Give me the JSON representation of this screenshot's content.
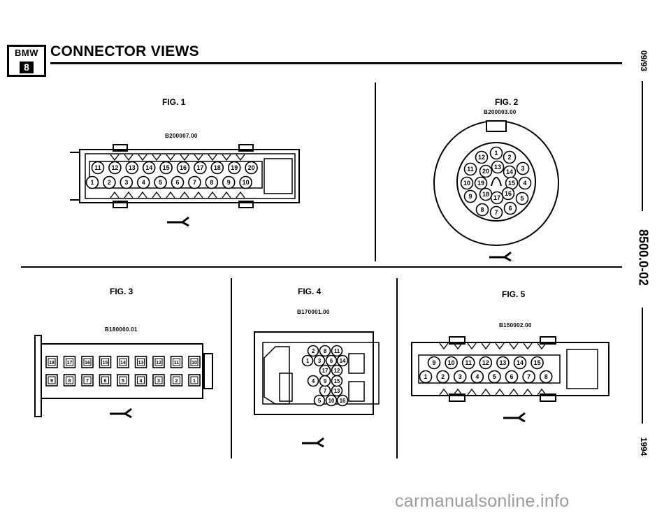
{
  "logo": {
    "top": "BMW",
    "bottom": "8"
  },
  "header": {
    "title": "CONNECTOR VIEWS"
  },
  "side": {
    "date": "09/93",
    "code": "8500.0-02",
    "year": "1994"
  },
  "figures": [
    {
      "label": "FIG. 1",
      "part": "B200007.00",
      "top_row": [
        "11",
        "12",
        "13",
        "14",
        "15",
        "16",
        "17",
        "18",
        "19",
        "20"
      ],
      "bottom_row": [
        "1",
        "2",
        "3",
        "4",
        "5",
        "6",
        "7",
        "8",
        "9",
        "10"
      ]
    },
    {
      "label": "FIG. 2",
      "part": "B200003.00",
      "pins": [
        "1",
        "2",
        "3",
        "4",
        "5",
        "6",
        "7",
        "8",
        "9",
        "10",
        "11",
        "12",
        "13",
        "14",
        "15",
        "16",
        "17",
        "18",
        "19",
        "20"
      ]
    },
    {
      "label": "FIG. 3",
      "part": "B180000.01",
      "top_row": [
        "18",
        "17",
        "16",
        "15",
        "14",
        "13",
        "12",
        "11",
        "10"
      ],
      "bottom_row": [
        "9",
        "8",
        "7",
        "6",
        "5",
        "4",
        "3",
        "2",
        "1"
      ]
    },
    {
      "label": "FIG. 4",
      "part": "B170001.00",
      "pins": [
        "1",
        "2",
        "3",
        "4",
        "5",
        "6",
        "7",
        "8",
        "9",
        "10",
        "11",
        "12",
        "13",
        "14",
        "15",
        "16",
        "17"
      ]
    },
    {
      "label": "FIG. 5",
      "part": "B150002.00",
      "top_row": [
        "9",
        "10",
        "11",
        "12",
        "13",
        "14",
        "15"
      ],
      "bottom_row": [
        "1",
        "2",
        "3",
        "4",
        "5",
        "6",
        "7",
        "8"
      ]
    }
  ],
  "watermark": "carmanualsonline.info"
}
